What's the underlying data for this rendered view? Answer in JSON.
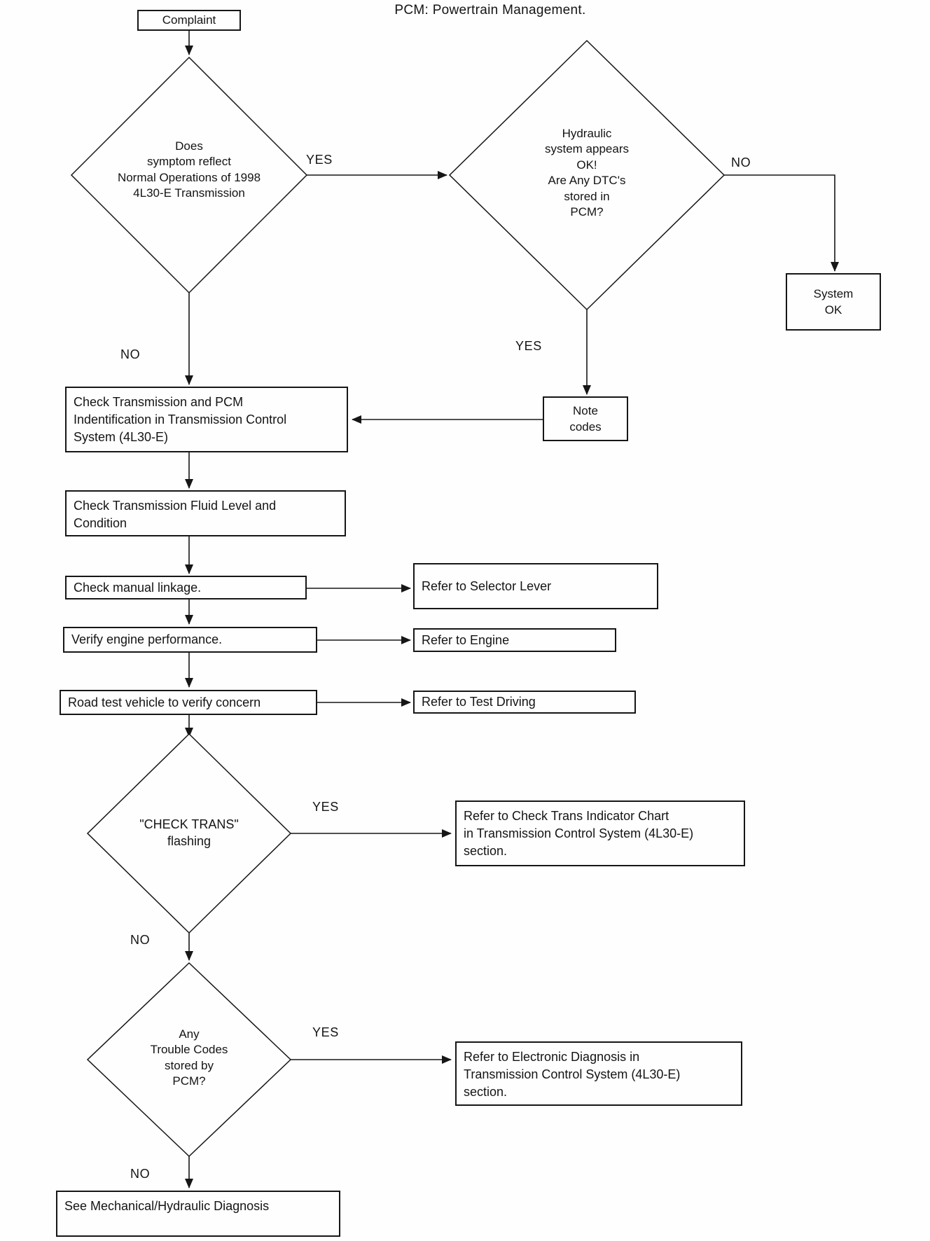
{
  "title": "PCM: Powertrain Management.",
  "nodes": {
    "complaint": "Complaint",
    "symptom_diamond": "Does\nsymptom reflect\nNormal Operations of 1998\n4L30-E Transmission",
    "hydraulic_diamond": "Hydraulic\nsystem appears\nOK!\nAre Any DTC's\nstored in\nPCM?",
    "system_ok": "System\nOK",
    "note_codes": "Note\ncodes",
    "check_pcm": "Check Transmission and PCM\nIndentification in Transmission Control\nSystem (4L30-E)",
    "fluid_level": "Check Transmission Fluid Level and\nCondition",
    "manual_linkage": "Check manual linkage.",
    "selector_lever": "Refer to Selector Lever",
    "verify_engine": "Verify engine performance.",
    "refer_engine": "Refer to Engine",
    "road_test": "Road test vehicle to verify concern",
    "test_driving": "Refer to Test Driving",
    "check_trans_diamond": "\"CHECK TRANS\"\nflashing",
    "check_trans_chart": "Refer to Check Trans Indicator Chart\nin Transmission Control System (4L30-E)\nsection.",
    "trouble_codes_diamond": "Any\nTrouble Codes\nstored by\nPCM?",
    "electronic_diagnosis": "Refer to Electronic Diagnosis in\nTransmission Control System (4L30-E)\nsection.",
    "mechanical_hydraulic": "See Mechanical/Hydraulic Diagnosis"
  },
  "edge_labels": {
    "symptom_yes": "YES",
    "symptom_no": "NO",
    "hydraulic_no": "NO",
    "hydraulic_yes": "YES",
    "check_trans_yes": "YES",
    "check_trans_no": "NO",
    "trouble_codes_yes": "YES",
    "trouble_codes_no": "NO"
  },
  "colors": {
    "ink": "#161616",
    "background": "#fffefe"
  }
}
